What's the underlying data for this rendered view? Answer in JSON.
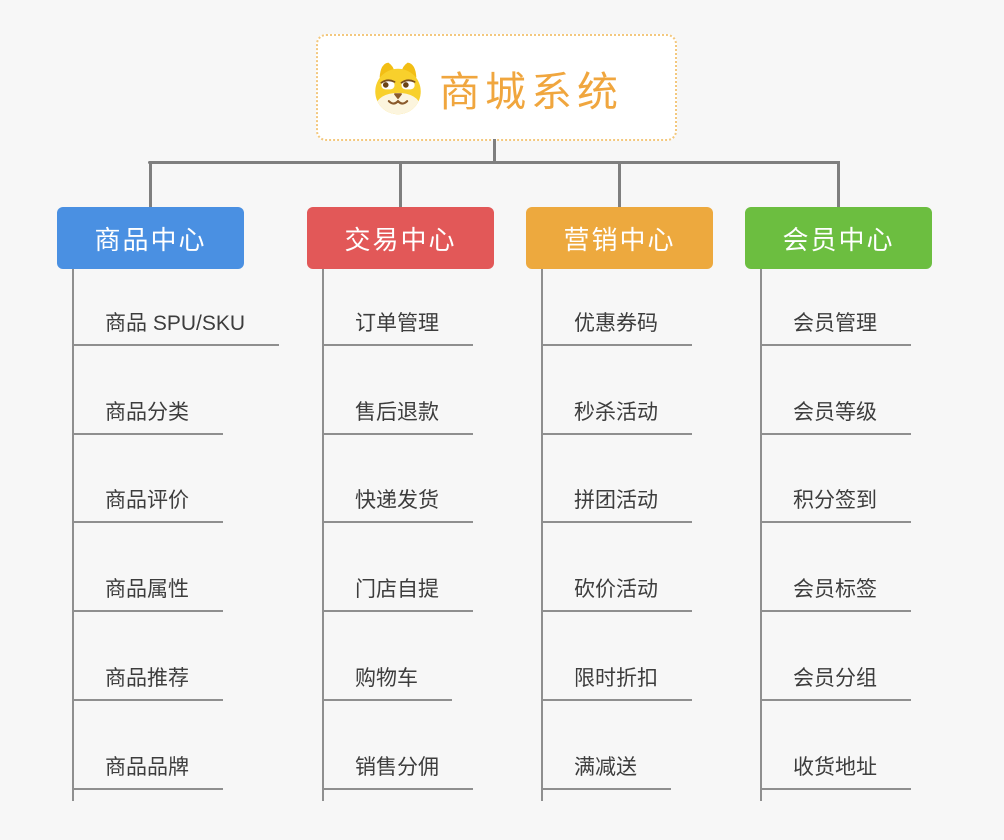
{
  "root": {
    "title": "商城系统",
    "icon": "dog-face-icon"
  },
  "branches": [
    {
      "label": "商品中心",
      "color": "#4a90e2",
      "children": [
        "商品 SPU/SKU",
        "商品分类",
        "商品评价",
        "商品属性",
        "商品推荐",
        "商品品牌"
      ]
    },
    {
      "label": "交易中心",
      "color": "#e25858",
      "children": [
        "订单管理",
        "售后退款",
        "快递发货",
        "门店自提",
        "购物车",
        "销售分佣"
      ]
    },
    {
      "label": "营销中心",
      "color": "#eda93e",
      "children": [
        "优惠券码",
        "秒杀活动",
        "拼团活动",
        "砍价活动",
        "限时折扣",
        "满减送"
      ]
    },
    {
      "label": "会员中心",
      "color": "#6cbe40",
      "children": [
        "会员管理",
        "会员等级",
        "积分签到",
        "会员标签",
        "会员分组",
        "收货地址"
      ]
    }
  ],
  "colors": {
    "background": "#f7f7f7",
    "connector": "#7f7f7f",
    "leaf_line": "#8f8f8f",
    "leaf_text": "#3d3d3d",
    "root_text": "#f0a63e",
    "root_border": "#f3c87e",
    "dog_yellow": "#f8d02c",
    "dog_cream": "#fcf5de",
    "dog_brown": "#8a5a2b"
  }
}
